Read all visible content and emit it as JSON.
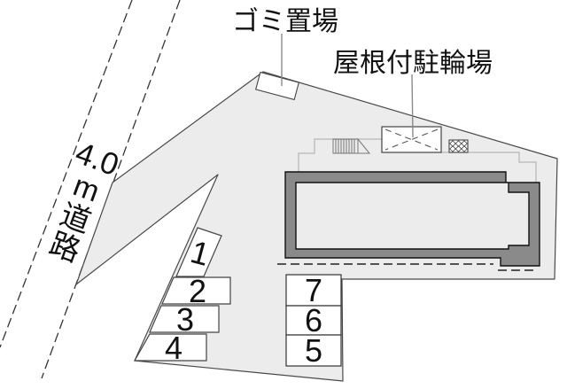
{
  "plan": {
    "garbage_label": "ゴミ置場",
    "bike_shed_label": "屋根付駐輪場",
    "road_label": "4.0m道路",
    "road_label_parts": [
      "4.0",
      "m",
      "道",
      "路"
    ],
    "parking": {
      "left_column": [
        "1",
        "2",
        "3",
        "4"
      ],
      "right_column": [
        "7",
        "6",
        "5"
      ]
    }
  },
  "colors": {
    "background": "#ffffff",
    "site_fill": "#ececec",
    "building_wall_fill": "#8a8a8a",
    "building_outline": "#111111",
    "site_boundary": "#4a4a4a",
    "road_line": "#333333",
    "eave_line": "#b5b5b5",
    "dashed_line": "#222222",
    "stall_border": "#444444",
    "leader_line": "#8a8a8a",
    "text": "#111111"
  }
}
